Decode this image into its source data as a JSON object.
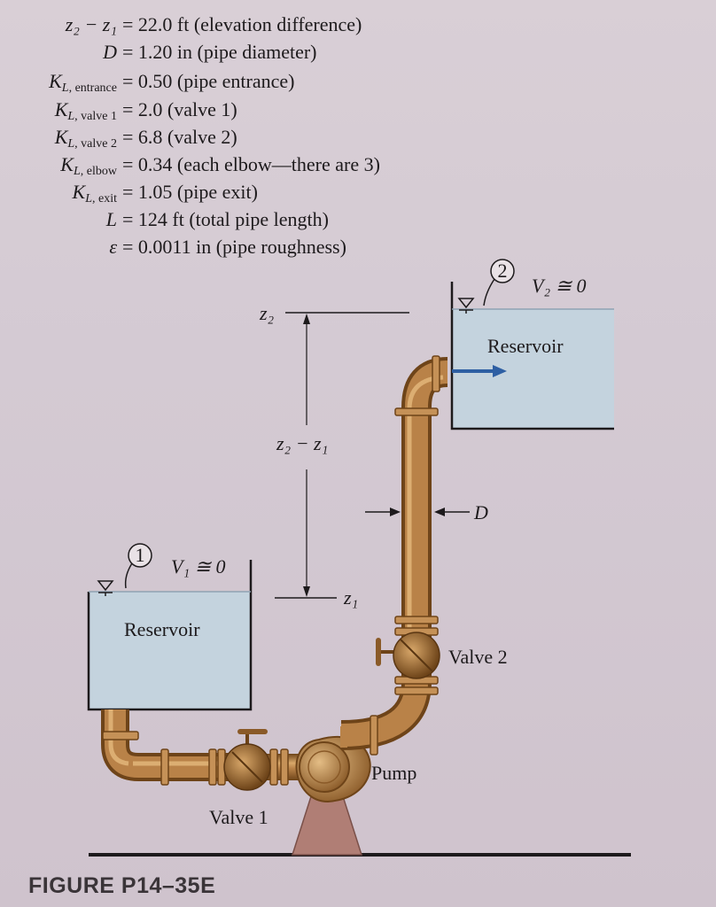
{
  "given": [
    {
      "symbol": "z₂ − z₁",
      "value": "= 22.0 ft (elevation difference)"
    },
    {
      "symbol": "D",
      "value": "= 1.20 in (pipe diameter)"
    },
    {
      "symbol": "K",
      "sub_italic": "L",
      "sub": ", entrance",
      "value": "= 0.50 (pipe entrance)"
    },
    {
      "symbol": "K",
      "sub_italic": "L",
      "sub": ", valve 1",
      "value": "= 2.0 (valve 1)"
    },
    {
      "symbol": "K",
      "sub_italic": "L",
      "sub": ", valve 2",
      "value": "= 6.8 (valve 2)"
    },
    {
      "symbol": "K",
      "sub_italic": "L",
      "sub": ", elbow",
      "value": "= 0.34 (each elbow—there are 3)"
    },
    {
      "symbol": "K",
      "sub_italic": "L",
      "sub": ", exit",
      "value": "= 1.05 (pipe exit)"
    },
    {
      "symbol": "L",
      "value": "= 124 ft (total pipe length)"
    },
    {
      "symbol": "ε",
      "value": "= 0.0011 in (pipe roughness)"
    }
  ],
  "diagram": {
    "point1": "1",
    "point2": "2",
    "v1": "V₁ ≅ 0",
    "v2": "V₂ ≅ 0",
    "reservoir1": "Reservoir",
    "reservoir2": "Reservoir",
    "z2": "z₂",
    "z1": "z₁",
    "dz": "z₂ − z₁",
    "diameter": "D",
    "valve1": "Valve 1",
    "valve2": "Valve 2",
    "pump": "Pump",
    "colors": {
      "water": "#c4d3de",
      "pipe": "#a6733a",
      "pipe_dark": "#6e4419",
      "pipe_light": "#d9a86a",
      "base": "#b07e75",
      "arrow": "#2e5fa3"
    }
  },
  "caption": "FIGURE P14–35E"
}
